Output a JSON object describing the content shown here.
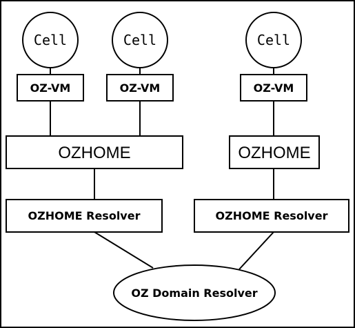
{
  "cells": [
    {
      "label": "Cell"
    },
    {
      "label": "Cell"
    },
    {
      "label": "Cell"
    }
  ],
  "vms": [
    {
      "label": "OZ-VM"
    },
    {
      "label": "OZ-VM"
    },
    {
      "label": "OZ-VM"
    }
  ],
  "homes": [
    {
      "label": "OZHOME"
    },
    {
      "label": "OZHOME"
    }
  ],
  "resolvers": [
    {
      "label": "OZHOME Resolver"
    },
    {
      "label": "OZHOME Resolver"
    }
  ],
  "domain_resolver": {
    "label": "OZ Domain Resolver"
  },
  "colors": {
    "stroke": "#000000",
    "fill": "#ffffff"
  }
}
